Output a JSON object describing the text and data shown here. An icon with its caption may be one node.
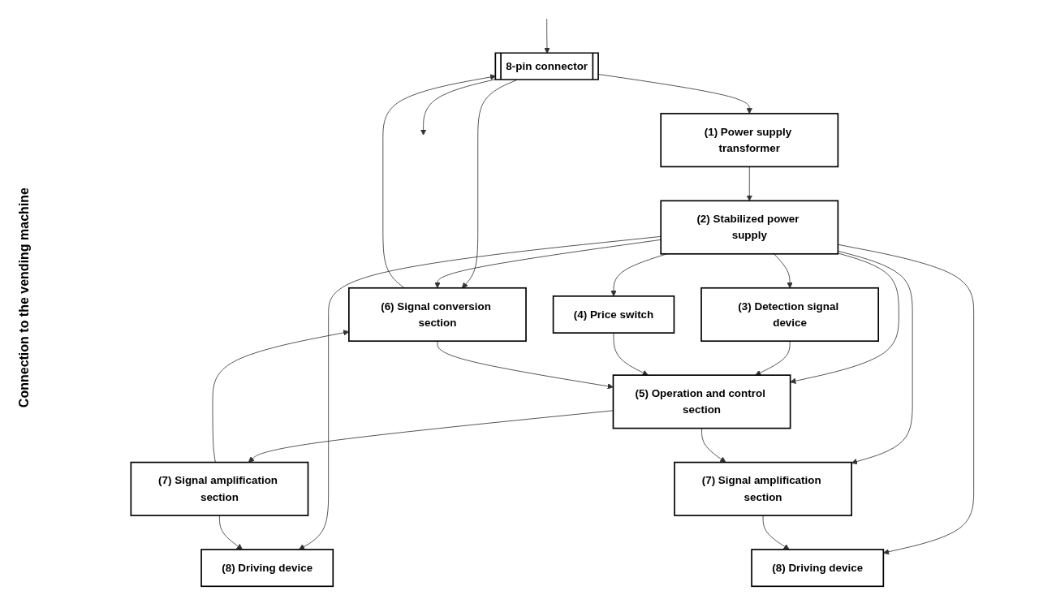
{
  "diagram": {
    "nodes": [
      {
        "text": [
          "(1) Power supply transformer"
        ]
      },
      {
        "text": [
          "(2) Stabilized power supply"
        ]
      },
      {
        "text": [
          "(3) Detection signal device"
        ]
      },
      {
        "text": [
          "(4) Price switch"
        ]
      },
      {
        "text": [
          "(5) Operation and control section"
        ]
      },
      {
        "text": [
          "(6) Signal conversion section"
        ]
      },
      {
        "text": [
          "(7) Signal amplification section"
        ]
      },
      {
        "text": [
          "(8) Driving device"
        ]
      },
      {
        "text": [
          "(7) Signal amplification section"
        ]
      },
      {
        "text": [
          "(8) Driving device"
        ]
      },
      {
        "text": [
          "8-pin connector"
        ]
      }
    ],
    "edges": [
      {
        "from": null,
        "to": 10,
        "arrow": "to"
      },
      {
        "from": 10,
        "to": null,
        "arrow": "to"
      },
      {
        "from": 10,
        "to": 0,
        "arrow": "to"
      },
      {
        "from": 10,
        "to": 5,
        "arrow": "to"
      },
      {
        "from": 5,
        "to": 10,
        "arrow": "to"
      },
      {
        "from": 0,
        "to": 1,
        "arrow": "to"
      },
      {
        "from": 1,
        "to": 5,
        "arrow": "to"
      },
      {
        "from": 1,
        "to": 4,
        "arrow": "to"
      },
      {
        "from": 1,
        "to": 2,
        "arrow": "to"
      },
      {
        "from": 1,
        "to": 3,
        "arrow": "to"
      },
      {
        "from": 1,
        "to": 7,
        "arrow": "to"
      },
      {
        "from": 1,
        "to": 8,
        "arrow": "to"
      },
      {
        "from": 1,
        "to": 9,
        "arrow": "to"
      },
      {
        "from": 2,
        "to": 4,
        "arrow": "to"
      },
      {
        "from": 3,
        "to": 4,
        "arrow": "to"
      },
      {
        "from": 5,
        "to": 4,
        "arrow": "to"
      },
      {
        "from": 4,
        "to": 6,
        "arrow": "to"
      },
      {
        "from": 4,
        "to": 8,
        "arrow": "to"
      },
      {
        "from": 6,
        "to": 5,
        "arrow": "to"
      },
      {
        "from": 6,
        "to": 7,
        "arrow": "to"
      },
      {
        "from": 8,
        "to": 9,
        "arrow": "to"
      }
    ],
    "labels": [
      "Connection to the vending machine"
    ]
  }
}
